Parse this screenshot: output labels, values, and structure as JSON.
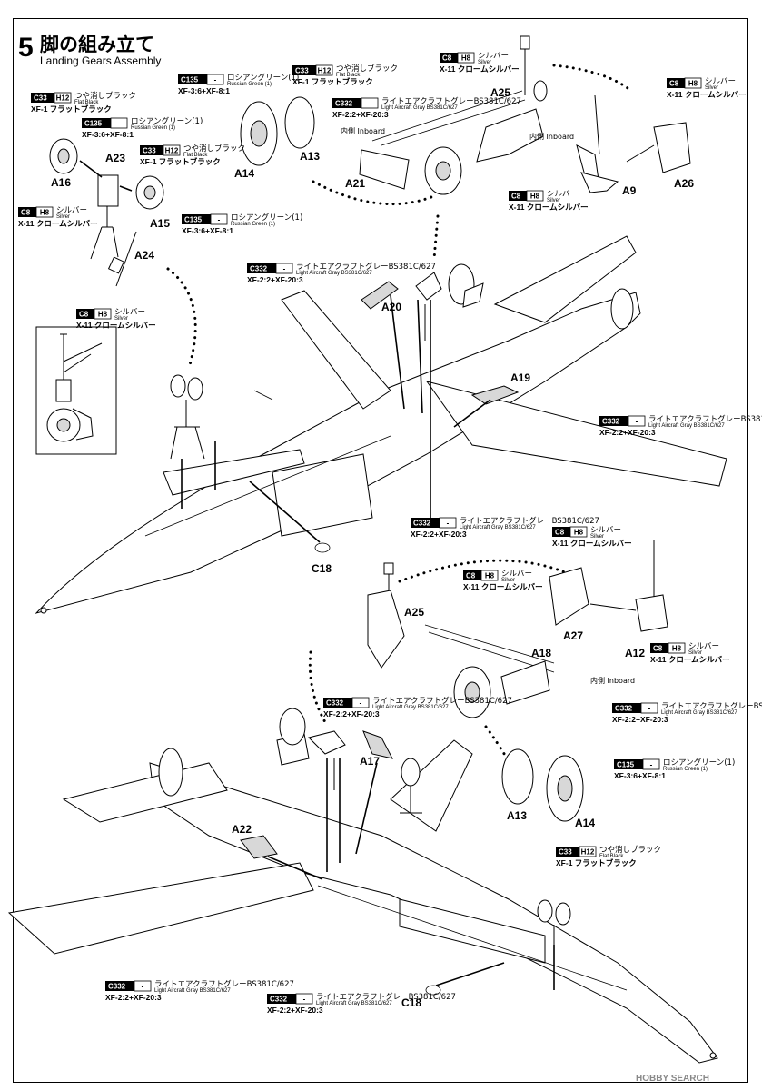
{
  "step": {
    "number": "5",
    "title_jp": "脚の組み立て",
    "title_en": "Landing Gears Assembly"
  },
  "watermark": "HOBBY SEARCH",
  "inboard_label": "内側 Inboard",
  "parts": {
    "A25_top": "A25",
    "A21": "A21",
    "A14_top": "A14",
    "A13_top": "A13",
    "A9": "A9",
    "A26": "A26",
    "A23": "A23",
    "A16": "A16",
    "A15": "A15",
    "A24": "A24",
    "A20": "A20",
    "A19": "A19",
    "C18_top": "C18",
    "A25_bottom": "A25",
    "A27": "A27",
    "A12": "A12",
    "A18": "A18",
    "A17": "A17",
    "A22": "A22",
    "A13_bottom": "A13",
    "A14_bottom": "A14",
    "C18_bottom": "C18"
  },
  "colors": {
    "c33": {
      "code": "C33",
      "h": "H12",
      "jp": "つや消しブラック",
      "en": "Flat Black",
      "mix": "XF-1 フラットブラック"
    },
    "c135": {
      "code": "C135",
      "h": "-",
      "jp": "ロシアングリーン(1)",
      "en": "Russian Green (1)",
      "mix": "XF-3:6+XF-8:1"
    },
    "c8": {
      "code": "C8",
      "h": "H8",
      "jp": "シルバー",
      "en": "Silver",
      "mix": "X-11 クロームシルバー"
    },
    "c332": {
      "code": "C332",
      "h": "-",
      "jp": "ライトエアクラフトグレーBS381C/627",
      "en": "Light Aircraft Gray BS381C/627",
      "mix": "XF-2:2+XF-20:3"
    }
  },
  "callouts": {
    "c33_top_left": "c33",
    "c135_top_left": "c135",
    "c33_mid_left": "c33",
    "c135_mid_left": "c135",
    "c8_left": "c8",
    "c8_left_lower": "c8",
    "c135_top": "c135",
    "c33_top": "c33",
    "c332_top": "c332",
    "c8_top": "c8",
    "c8_right_top": "c8",
    "c8_right_mid": "c8",
    "c332_upper_left": "c332",
    "c332_right": "c332",
    "c332_center": "c332",
    "c8_mid_right": "c8",
    "c8_mid_center": "c8",
    "c8_mid_right2": "c8",
    "c332_mid_right": "c332",
    "c332_mid_left": "c332",
    "c135_bottom_right": "c135",
    "c33_bottom_right": "c33",
    "c332_bottom_left": "c332",
    "c332_bottom_center": "c332"
  }
}
